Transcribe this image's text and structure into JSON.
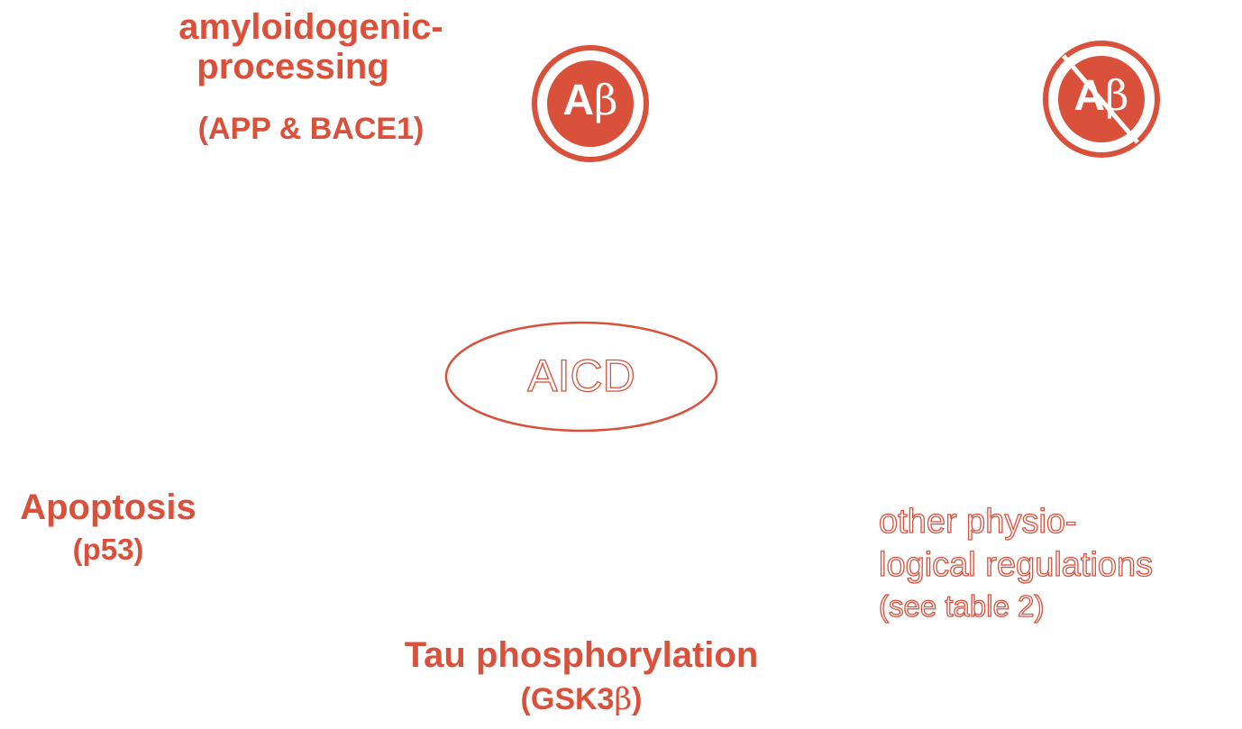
{
  "amyloid": {
    "line1": "amyloidogenic-",
    "line2": "processing",
    "line3": "(APP & BACE1)"
  },
  "abeta_badge": {
    "text_a": "A",
    "text_b": "β"
  },
  "abeta_crossed_badge": {
    "text_a": "A",
    "text_b": "β"
  },
  "aicd": {
    "label": "AICD"
  },
  "apoptosis": {
    "title": "Apoptosis",
    "sub": "(p53)"
  },
  "tau": {
    "title": "Tau phosphorylation",
    "sub_prefix": "(GSK3",
    "sub_beta": "β",
    "sub_suffix": ")"
  },
  "other": {
    "line1": "other physio-",
    "line2": "logical regulations",
    "line3": "(see table 2)"
  },
  "colors": {
    "accent": "#d9503b",
    "background": "#ffffff"
  }
}
